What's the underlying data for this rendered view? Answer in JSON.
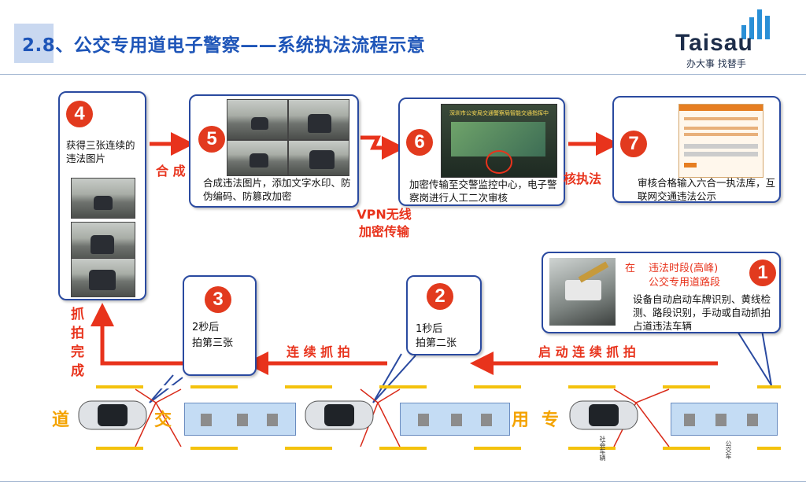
{
  "header": {
    "title": "2.8、公交专用道电子警察——系统执法流程示意",
    "logo_word": "Taisau",
    "logo_sub": "办大事 找替手"
  },
  "steps": {
    "s1": {
      "num": "1",
      "title_prefix": "在",
      "title_a": "违法时段(高峰)",
      "title_b": "公交专用道路段",
      "desc": "设备自动启动车牌识别、黄线检测、路段识别，手动或自动抓拍占道违法车辆"
    },
    "s2": {
      "num": "2",
      "desc_a": "1秒后",
      "desc_b": "拍第二张"
    },
    "s3": {
      "num": "3",
      "desc_a": "2秒后",
      "desc_b": "拍第三张"
    },
    "s4": {
      "num": "4",
      "desc": "获得三张连续的违法图片"
    },
    "s5": {
      "num": "5",
      "desc": "合成违法图片，添加文字水印、防伪编码、防篡改加密"
    },
    "s6": {
      "num": "6",
      "desc": "加密传输至交警监控中心，电子警察岗进行人工二次审核",
      "screen_text": "深圳市公安局交通警察局智能交通指挥中心"
    },
    "s7": {
      "num": "7",
      "desc": "审核合格输入六合一执法库，互联网交通违法公示"
    }
  },
  "flow_labels": {
    "synthesize": "合 成",
    "vpn_a": "VPN无线",
    "vpn_b": "加密传输",
    "review": "核执法",
    "start_capture": "启 动 连 续 抓 拍",
    "continue_capture": "连 续 抓 拍",
    "capture_done": [
      "抓",
      "拍",
      "完",
      "成"
    ]
  },
  "road": {
    "chars": [
      "道",
      "交",
      "用",
      "专"
    ],
    "car_label": "社会车辆",
    "bus_label": "公交车"
  },
  "colors": {
    "accent_red": "#e8331c",
    "title_blue": "#1e55b8",
    "box_border": "#2a4aa0",
    "lane_yellow": "#f4c20d"
  }
}
